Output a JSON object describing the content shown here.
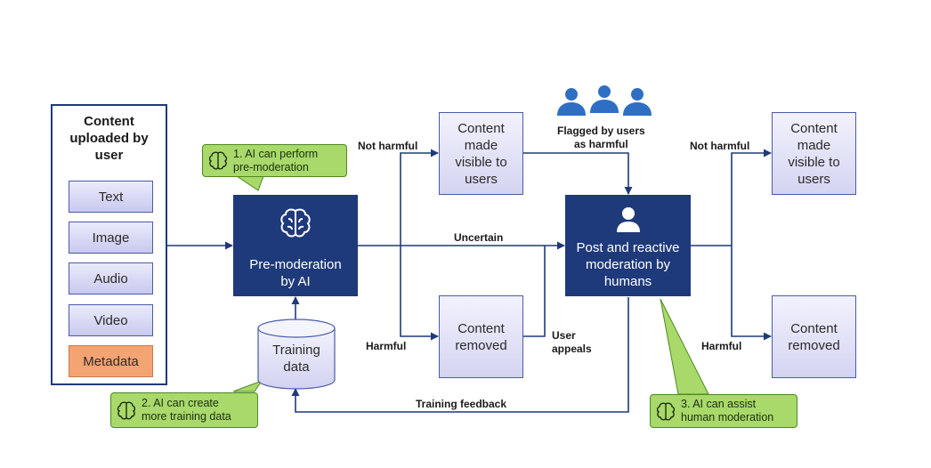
{
  "input": {
    "title": "Content\nuploaded by\nuser",
    "items": [
      "Text",
      "Image",
      "Audio",
      "Video",
      "Metadata"
    ]
  },
  "pre_moderation": "Pre-moderation\nby AI",
  "training_data": "Training\ndata",
  "visible_top": "Content\nmade\nvisible to\nusers",
  "removed_middle": "Content\nremoved",
  "post_moderation": "Post and reactive\nmoderation by\nhumans",
  "visible_right": "Content\nmade\nvisible to\nusers",
  "removed_right": "Content\nremoved",
  "callouts": {
    "c1": "1. AI can perform\npre-moderation",
    "c2": "2. AI can create\nmore training data",
    "c3": "3. AI can assist\nhuman moderation"
  },
  "labels": {
    "not_harmful_1": "Not harmful",
    "harmful_1": "Harmful",
    "uncertain": "Uncertain",
    "flagged": "Flagged by users\nas harmful",
    "user_appeals": "User\nappeals",
    "training_feedback": "Training feedback",
    "not_harmful_2": "Not harmful",
    "harmful_2": "Harmful"
  },
  "icons": {
    "brain": "brain-icon",
    "users_group": "users-group-icon",
    "person": "person-icon"
  },
  "colors": {
    "dark_blue": "#1f3a7a",
    "light_box": "#d4d4f2",
    "callout_green": "#a8d96a",
    "metadata_orange": "#f4a373",
    "people_blue": "#2e6fc4"
  }
}
